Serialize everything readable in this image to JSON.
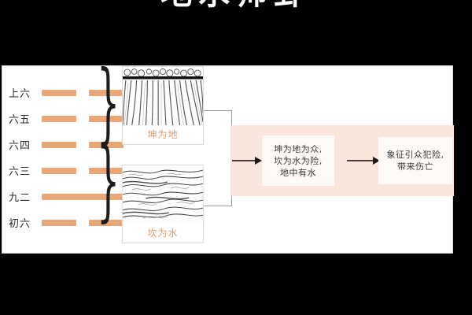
{
  "title": {
    "text": "地水师卦",
    "note": "cut-off white heading on black background"
  },
  "colors": {
    "background": "#000000",
    "panel": "#ffffff",
    "hexagram_line": "#e8a679",
    "band": "#fae6dd",
    "textbox": "#fefaf8",
    "caption": "#e09a66",
    "arrow": "#221a16"
  },
  "hexagram": {
    "rows": [
      {
        "label": "上六",
        "type": "yin"
      },
      {
        "label": "六五",
        "type": "yin"
      },
      {
        "label": "六四",
        "type": "yin"
      },
      {
        "label": "六三",
        "type": "yin"
      },
      {
        "label": "九二",
        "type": "yang"
      },
      {
        "label": "初六",
        "type": "yin"
      }
    ]
  },
  "trigrams": {
    "upper": {
      "caption": "坤为地",
      "image": "field-furrows-engraving"
    },
    "lower": {
      "caption": "坎为水",
      "image": "water-waves-engraving"
    }
  },
  "flow": {
    "box_middle": {
      "lines": [
        "坤为地为众,",
        "坎为水为险,",
        "地中有水"
      ]
    },
    "box_right": {
      "lines": [
        "象征引众犯险,",
        "带来伤亡"
      ]
    }
  }
}
